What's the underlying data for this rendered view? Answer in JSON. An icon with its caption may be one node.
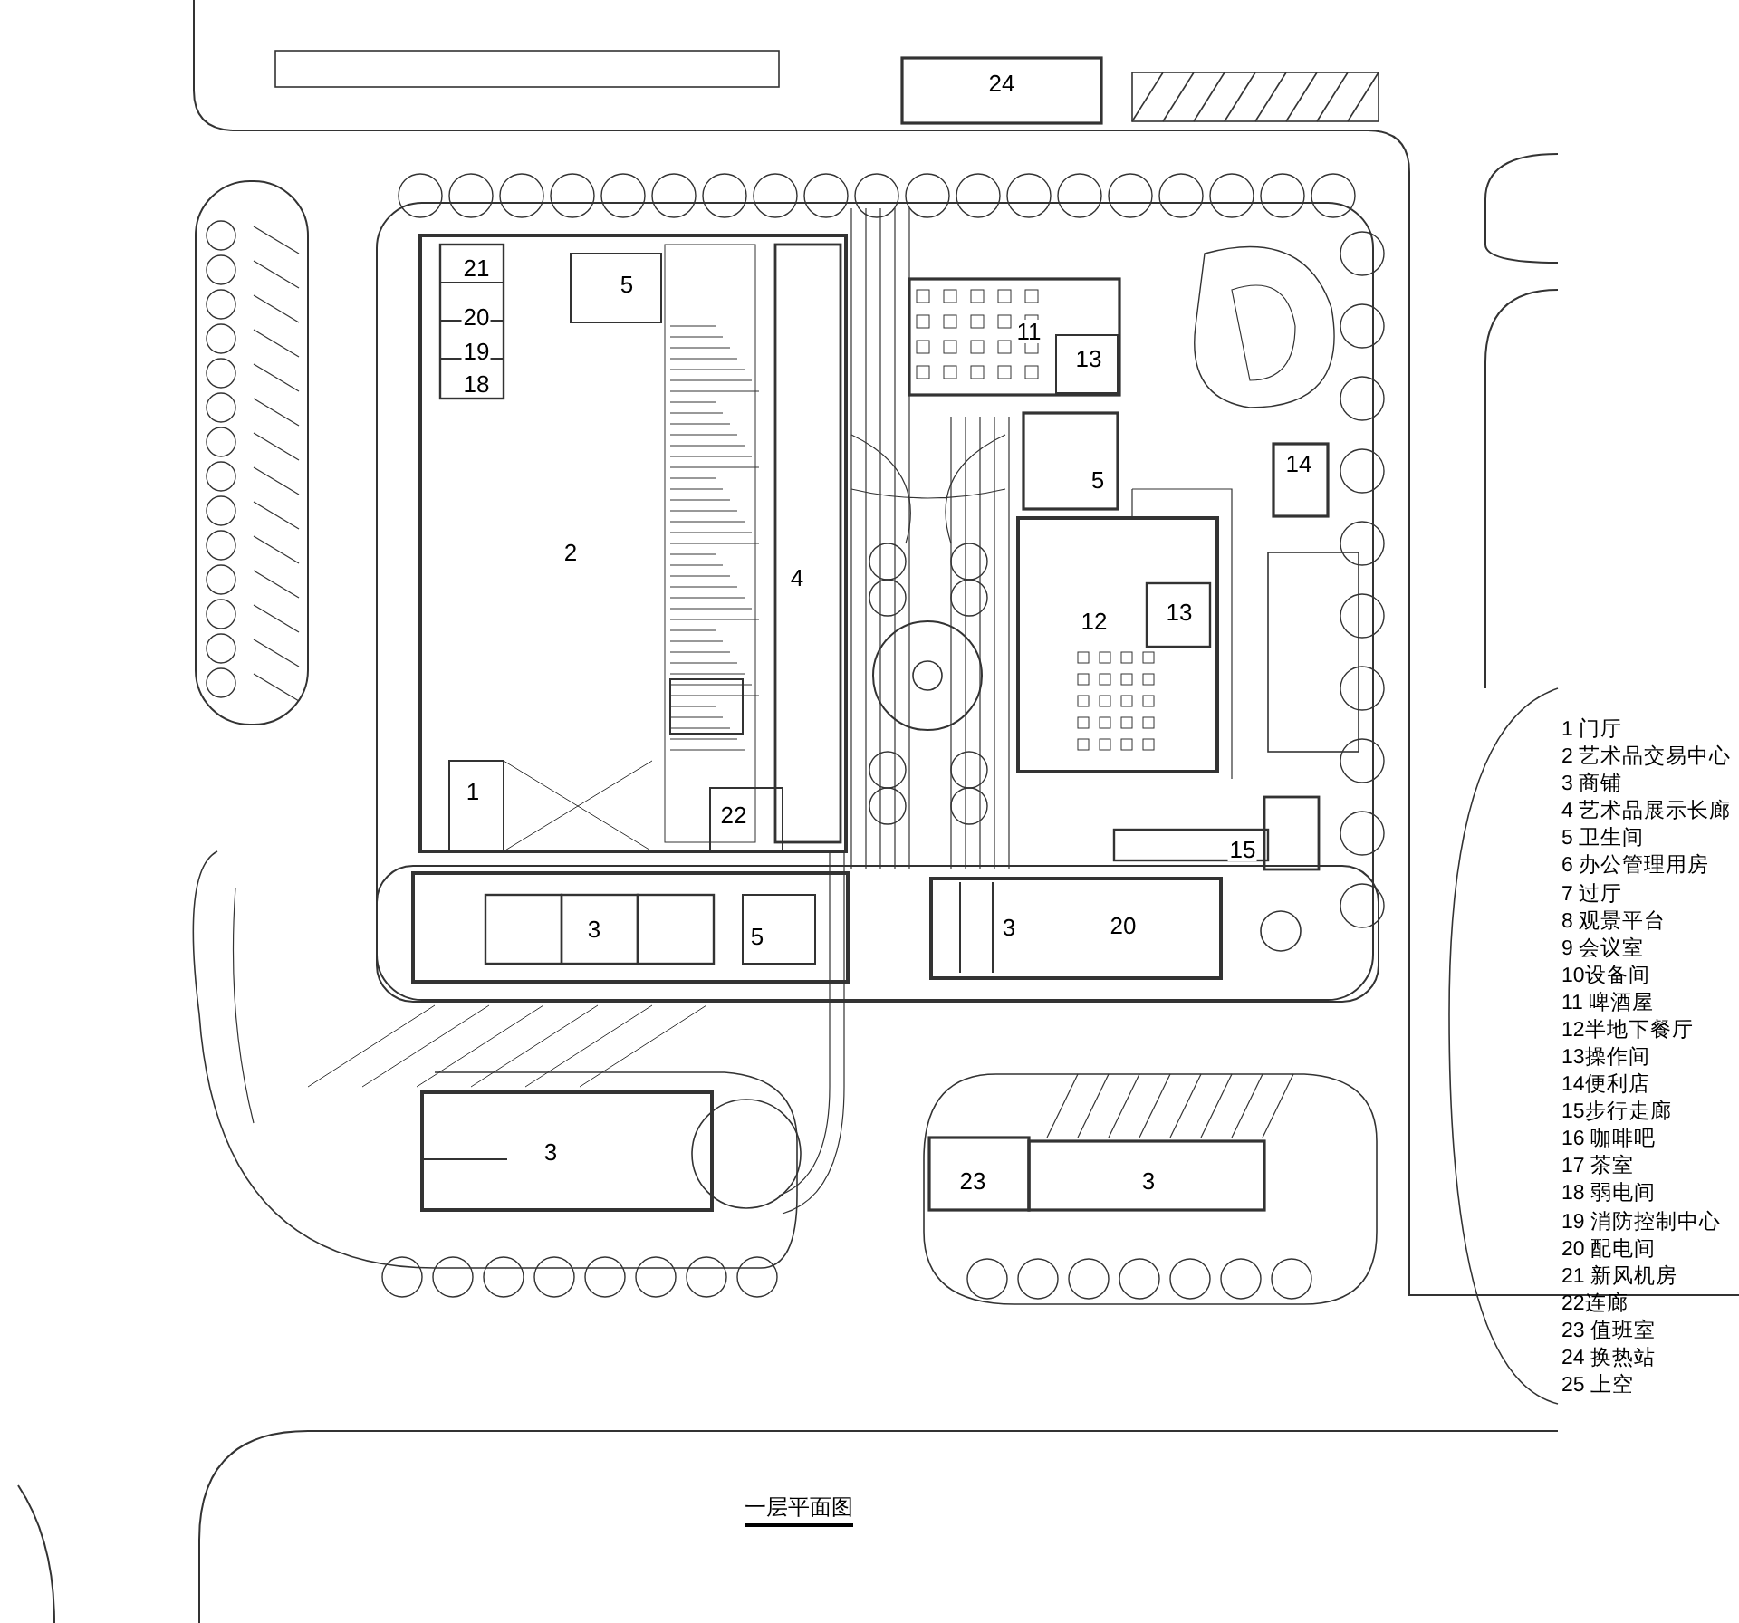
{
  "diagram": {
    "caption": "一层平面图",
    "labels": [
      "24",
      "21",
      "5",
      "20",
      "11",
      "19",
      "13",
      "18",
      "5",
      "14",
      "2",
      "4",
      "12",
      "13",
      "1",
      "22",
      "15",
      "3",
      "5",
      "3",
      "20",
      "3",
      "23",
      "3",
      "1 门厅",
      "2 艺术品交易中心",
      "3 商铺",
      "4 艺术品展示长廊",
      "5 卫生间",
      "6 办公管理用房",
      "7 过厅",
      "8 观景平台",
      "9 会议室",
      "10设备间",
      "11 啤酒屋",
      "12半地下餐厅",
      "13操作间",
      "14便利店",
      "15步行走廊",
      "16 咖啡吧",
      "17 茶室",
      "18 弱电间",
      "19 消防控制中心",
      "20 配电间",
      "21 新风机房",
      "22连廊",
      "23 值班室",
      "24 换热站",
      "25 上空"
    ]
  }
}
